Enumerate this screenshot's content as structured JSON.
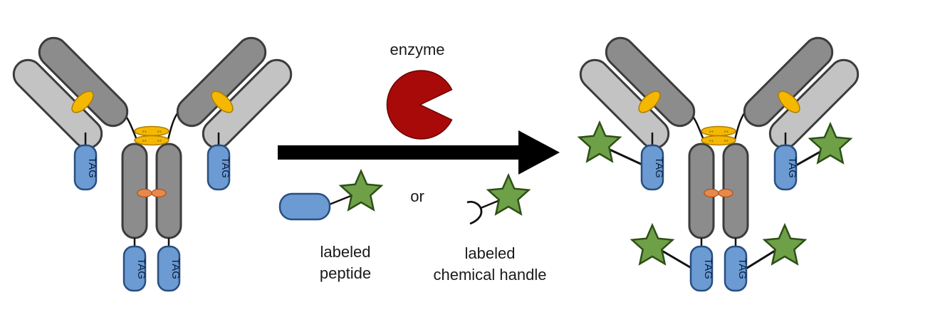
{
  "labels": {
    "enzyme": "enzyme",
    "or": "or",
    "labeled_peptide_line1": "labeled",
    "labeled_peptide_line2": "peptide",
    "chemical_handle_line1": "labeled",
    "chemical_handle_line2": "chemical handle",
    "tag": "TAG",
    "disulfide": "s-s"
  },
  "colors": {
    "heavy_chain": "#8c8c8c",
    "light_chain": "#c3c3c3",
    "outline": "#3c3c3c",
    "tag_fill": "#6b9bd2",
    "tag_outline": "#2a4f80",
    "disulfide": "#f5b800",
    "hinge_knob": "#e8884a",
    "enzyme": "#a80a0a",
    "star": "#6ea048",
    "star_outline": "#2e5016",
    "arrow": "#000000"
  },
  "icons": {
    "enzyme": "pacman-enzyme-icon",
    "label": "star-label-icon",
    "reaction": "arrow-right-icon"
  }
}
